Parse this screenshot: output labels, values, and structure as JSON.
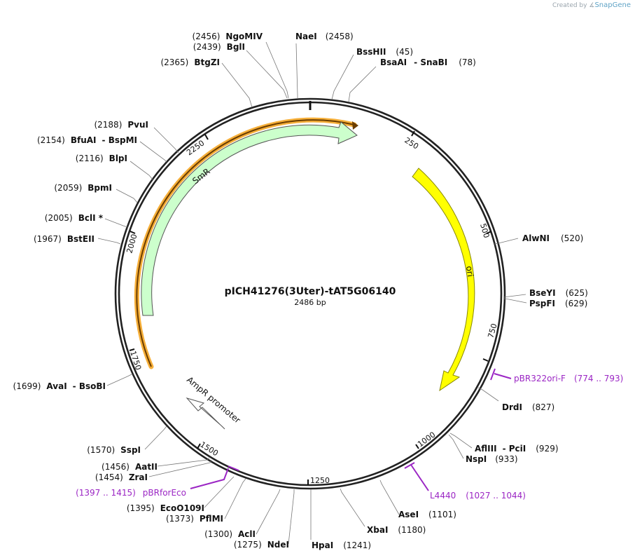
{
  "credit": {
    "prefix": "Created by",
    "brand": "SnapGene"
  },
  "plasmid": {
    "name": "pICH41276(3Uter)-tAT5G06140",
    "length_label": "2486 bp",
    "length": 2486
  },
  "ticks": [
    "250",
    "500",
    "750",
    "1000",
    "1250",
    "1500",
    "1750",
    "2000",
    "2250"
  ],
  "features": [
    {
      "name": "SmR",
      "color": "#ccffcc",
      "stroke": "#555555"
    },
    {
      "name": "ori",
      "color": "#ffff00",
      "stroke": "#888800"
    },
    {
      "name": "AmpR promoter",
      "color": "#ffffff",
      "stroke": "#555555"
    }
  ],
  "enzymes": [
    {
      "name": "NgoMIV",
      "pos": "(2456)"
    },
    {
      "name": "BglI",
      "pos": "(2439)"
    },
    {
      "name": "BtgZI",
      "pos": "(2365)"
    },
    {
      "name": "NaeI",
      "pos": "(2458)"
    },
    {
      "name": "BssHII",
      "pos": "(45)"
    },
    {
      "name": "BsaAI",
      "pos": "(78)",
      "name2": "SnaBI"
    },
    {
      "name": "PvuI",
      "pos": "(2188)"
    },
    {
      "name": "BfuAI",
      "pos": "(2154)",
      "name2": "BspMI"
    },
    {
      "name": "BlpI",
      "pos": "(2116)"
    },
    {
      "name": "BpmI",
      "pos": "(2059)"
    },
    {
      "name": "BclI *",
      "pos": "(2005)"
    },
    {
      "name": "BstEII",
      "pos": "(1967)"
    },
    {
      "name": "AlwNI",
      "pos": "(520)"
    },
    {
      "name": "BseYI",
      "pos": "(625)"
    },
    {
      "name": "PspFI",
      "pos": "(629)"
    },
    {
      "name": "AvaI",
      "pos": "(1699)",
      "name2": "BsoBI"
    },
    {
      "name": "DrdI",
      "pos": "(827)"
    },
    {
      "name": "AflIII",
      "pos": "(929)",
      "name2": "PciI"
    },
    {
      "name": "NspI",
      "pos": "(933)"
    },
    {
      "name": "SspI",
      "pos": "(1570)"
    },
    {
      "name": "AatII",
      "pos": "(1456)"
    },
    {
      "name": "ZraI",
      "pos": "(1454)"
    },
    {
      "name": "EcoO109I",
      "pos": "(1395)"
    },
    {
      "name": "PflMI",
      "pos": "(1373)"
    },
    {
      "name": "AclI",
      "pos": "(1300)"
    },
    {
      "name": "NdeI",
      "pos": "(1275)"
    },
    {
      "name": "HpaI",
      "pos": "(1241)"
    },
    {
      "name": "XbaI",
      "pos": "(1180)"
    },
    {
      "name": "AseI",
      "pos": "(1101)"
    }
  ],
  "primers": [
    {
      "name": "pBR322ori-F",
      "range": "(774 .. 793)"
    },
    {
      "name": "L4440",
      "range": "(1027 .. 1044)"
    },
    {
      "name": "pBRforEco",
      "range": "(1397 .. 1415)"
    }
  ],
  "colors": {
    "primer": "#9b26c4",
    "highlight": "#f5a623"
  }
}
